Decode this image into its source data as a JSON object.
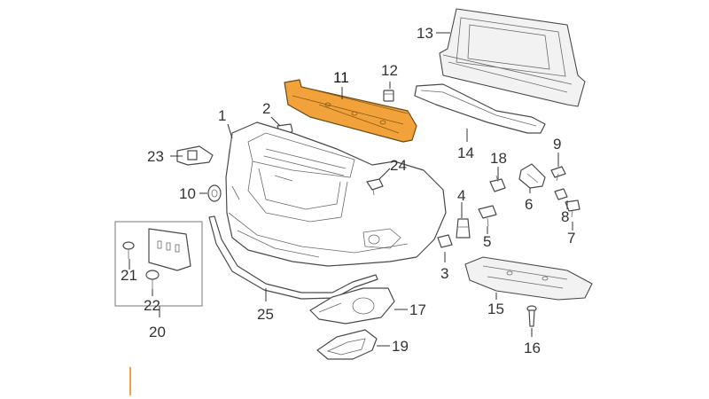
{
  "diagram": {
    "highlight_color": "#f2a23a",
    "callouts": {
      "c1": "1",
      "c2": "2",
      "c3": "3",
      "c4": "4",
      "c5": "5",
      "c6": "6",
      "c7": "7",
      "c8": "8",
      "c9": "9",
      "c10": "10",
      "c11": "11",
      "c12": "12",
      "c13": "13",
      "c14": "14",
      "c15": "15",
      "c16": "16",
      "c17": "17",
      "c18": "18",
      "c19": "19",
      "c20": "20",
      "c21": "21",
      "c22": "22",
      "c23": "23",
      "c24": "24",
      "c25": "25"
    }
  }
}
